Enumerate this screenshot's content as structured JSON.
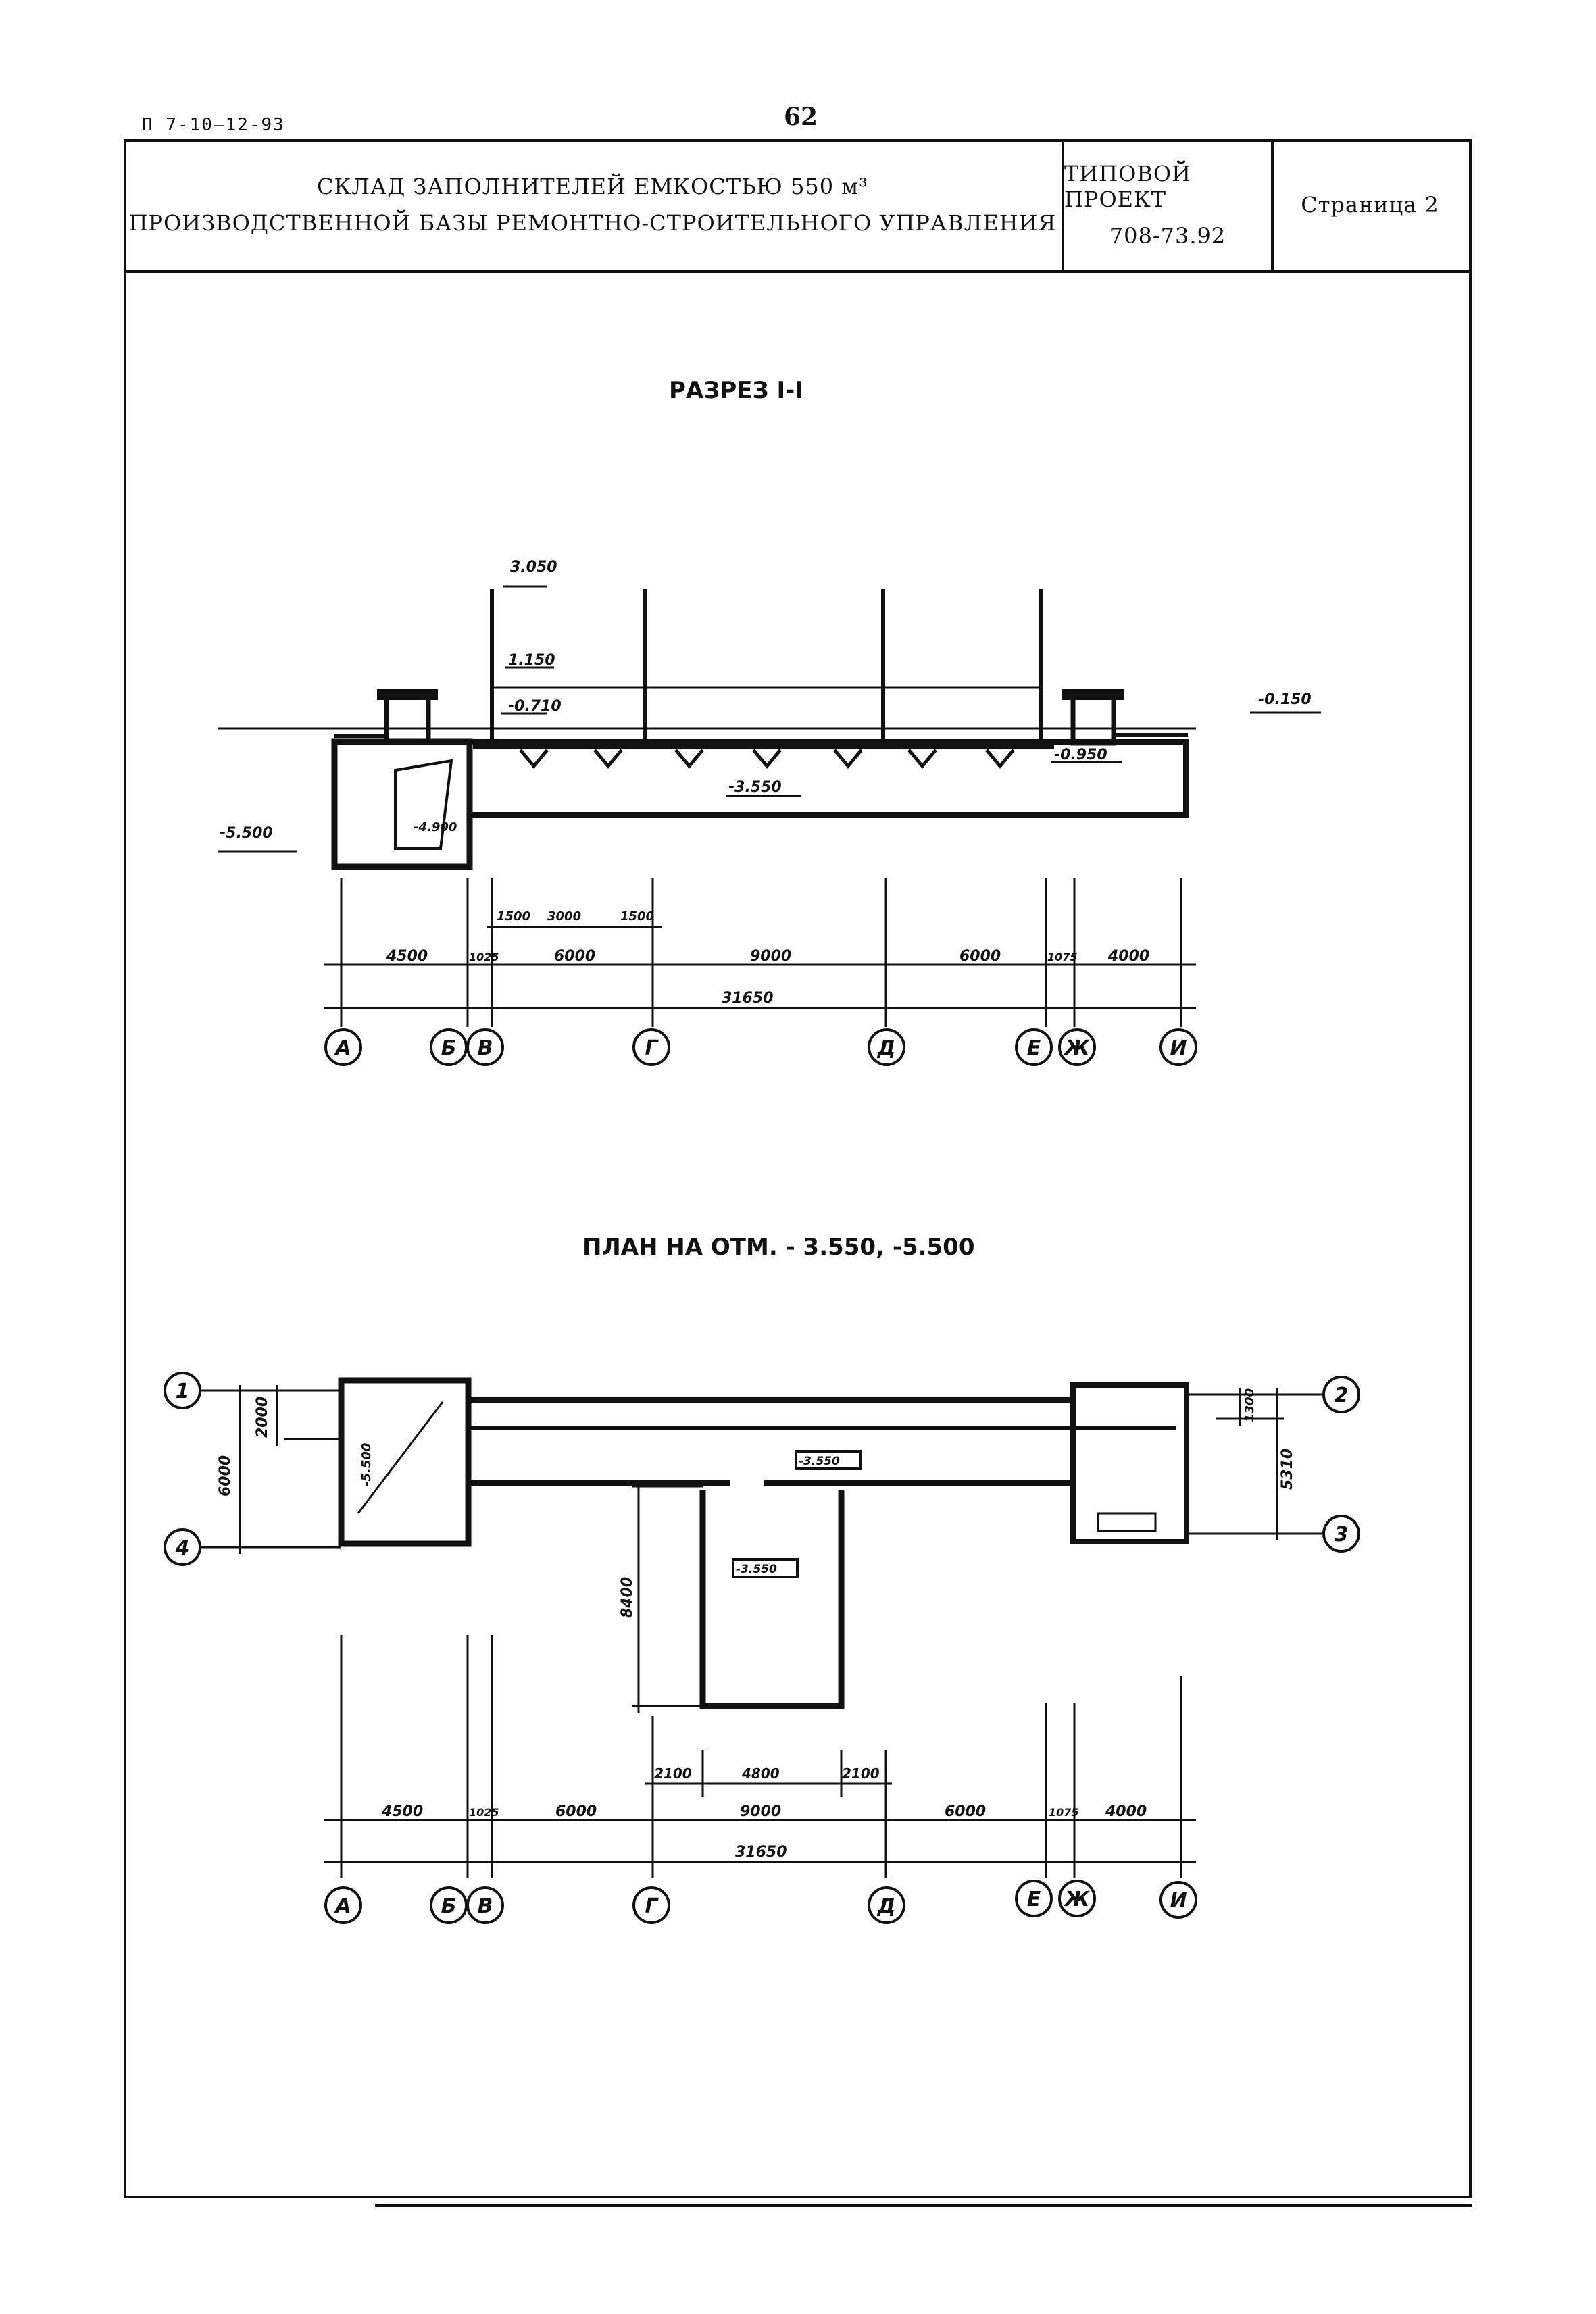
{
  "document": {
    "code": "П 7-10—12-93",
    "page_number": "62"
  },
  "title_block": {
    "title_line1": "СКЛАД ЗАПОЛНИТЕЛЕЙ ЕМКОСТЬЮ 550 м³",
    "title_line2": "ПРОИЗВОДСТВЕННОЙ БАЗЫ РЕМОНТНО-СТРОИТЕЛЬНОГО УПРАВЛЕНИЯ",
    "project_label": "ТИПОВОЙ ПРОЕКТ",
    "project_number": "708-73.92",
    "sheet_label": "Страница 2"
  },
  "section": {
    "title": "РАЗРЕЗ I-I",
    "elevations": [
      "3.050",
      "1.150",
      "-0.150",
      "-0.710",
      "-0.950",
      "-3.550",
      "-5.500",
      "-4.900"
    ],
    "dims_row1": [
      "1500",
      "3000",
      "1500"
    ],
    "dims_row2": [
      "4500",
      "1025",
      "6000",
      "9000",
      "6000",
      "1075",
      "4000"
    ],
    "total": "31650",
    "axes": [
      "А",
      "Б",
      "В",
      "Г",
      "Д",
      "Е",
      "Ж",
      "И"
    ]
  },
  "plan": {
    "title": "ПЛАН НА ОТМ. - 3.550, -5.500",
    "row_axes": [
      "1",
      "4",
      "2",
      "3"
    ],
    "left_dims": [
      "6000",
      "2000"
    ],
    "right_dims": [
      "1300",
      "5310"
    ],
    "vertical_dim": "8400",
    "level_tags": [
      "-5.500",
      "-3.550",
      "-3.550"
    ],
    "dims_row1": [
      "2100",
      "4800",
      "2100"
    ],
    "dims_row2": [
      "4500",
      "1025",
      "6000",
      "9000",
      "6000",
      "1075",
      "4000"
    ],
    "total": "31650",
    "axes": [
      "А",
      "Б",
      "В",
      "Г",
      "Д",
      "Е",
      "Ж",
      "И"
    ]
  }
}
